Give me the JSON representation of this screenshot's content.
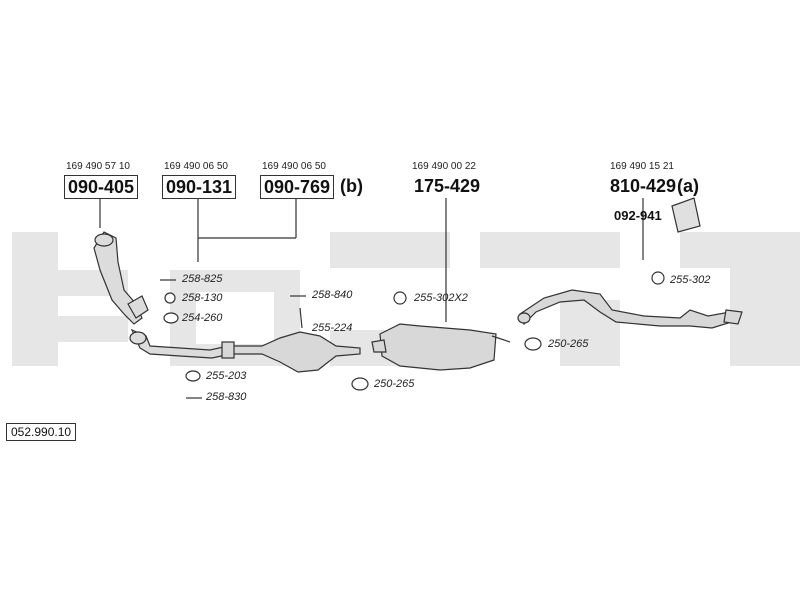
{
  "diagram_ref": "052.990.10",
  "groups": [
    {
      "oe": "169 490 57 10",
      "part": "090-405",
      "suffix": ""
    },
    {
      "oe": "169 490 06 50",
      "part": "090-131",
      "suffix": ""
    },
    {
      "oe": "169 490 06 50",
      "part": "090-769",
      "suffix": "(b)"
    },
    {
      "oe": "169 490 00 22",
      "part": "175-429",
      "suffix": ""
    },
    {
      "oe": "169 490 15 21",
      "part": "810-429",
      "suffix": "(a)"
    }
  ],
  "extra_part": "092-941",
  "accessories": [
    {
      "code": "258-825",
      "icon": "bolt-icon"
    },
    {
      "code": "258-130",
      "icon": "ring-gasket-icon"
    },
    {
      "code": "254-260",
      "icon": "clamp-icon"
    },
    {
      "code": "258-840",
      "icon": "bolt-icon"
    },
    {
      "code": "255-224",
      "icon": "rod-hanger-icon"
    },
    {
      "code": "255-203",
      "icon": "rubber-mount-icon"
    },
    {
      "code": "258-830",
      "icon": "bolt-icon"
    },
    {
      "code": "250-265",
      "icon": "clamp-icon"
    },
    {
      "code": "255-302X2",
      "icon": "rubber-mount-icon"
    },
    {
      "code": "250-265",
      "icon": "clamp-icon"
    },
    {
      "code": "255-302",
      "icon": "rubber-mount-icon"
    }
  ],
  "colors": {
    "line": "#333333",
    "watermark": "#e4e4e4",
    "part_fill": "#d8d8d8"
  }
}
